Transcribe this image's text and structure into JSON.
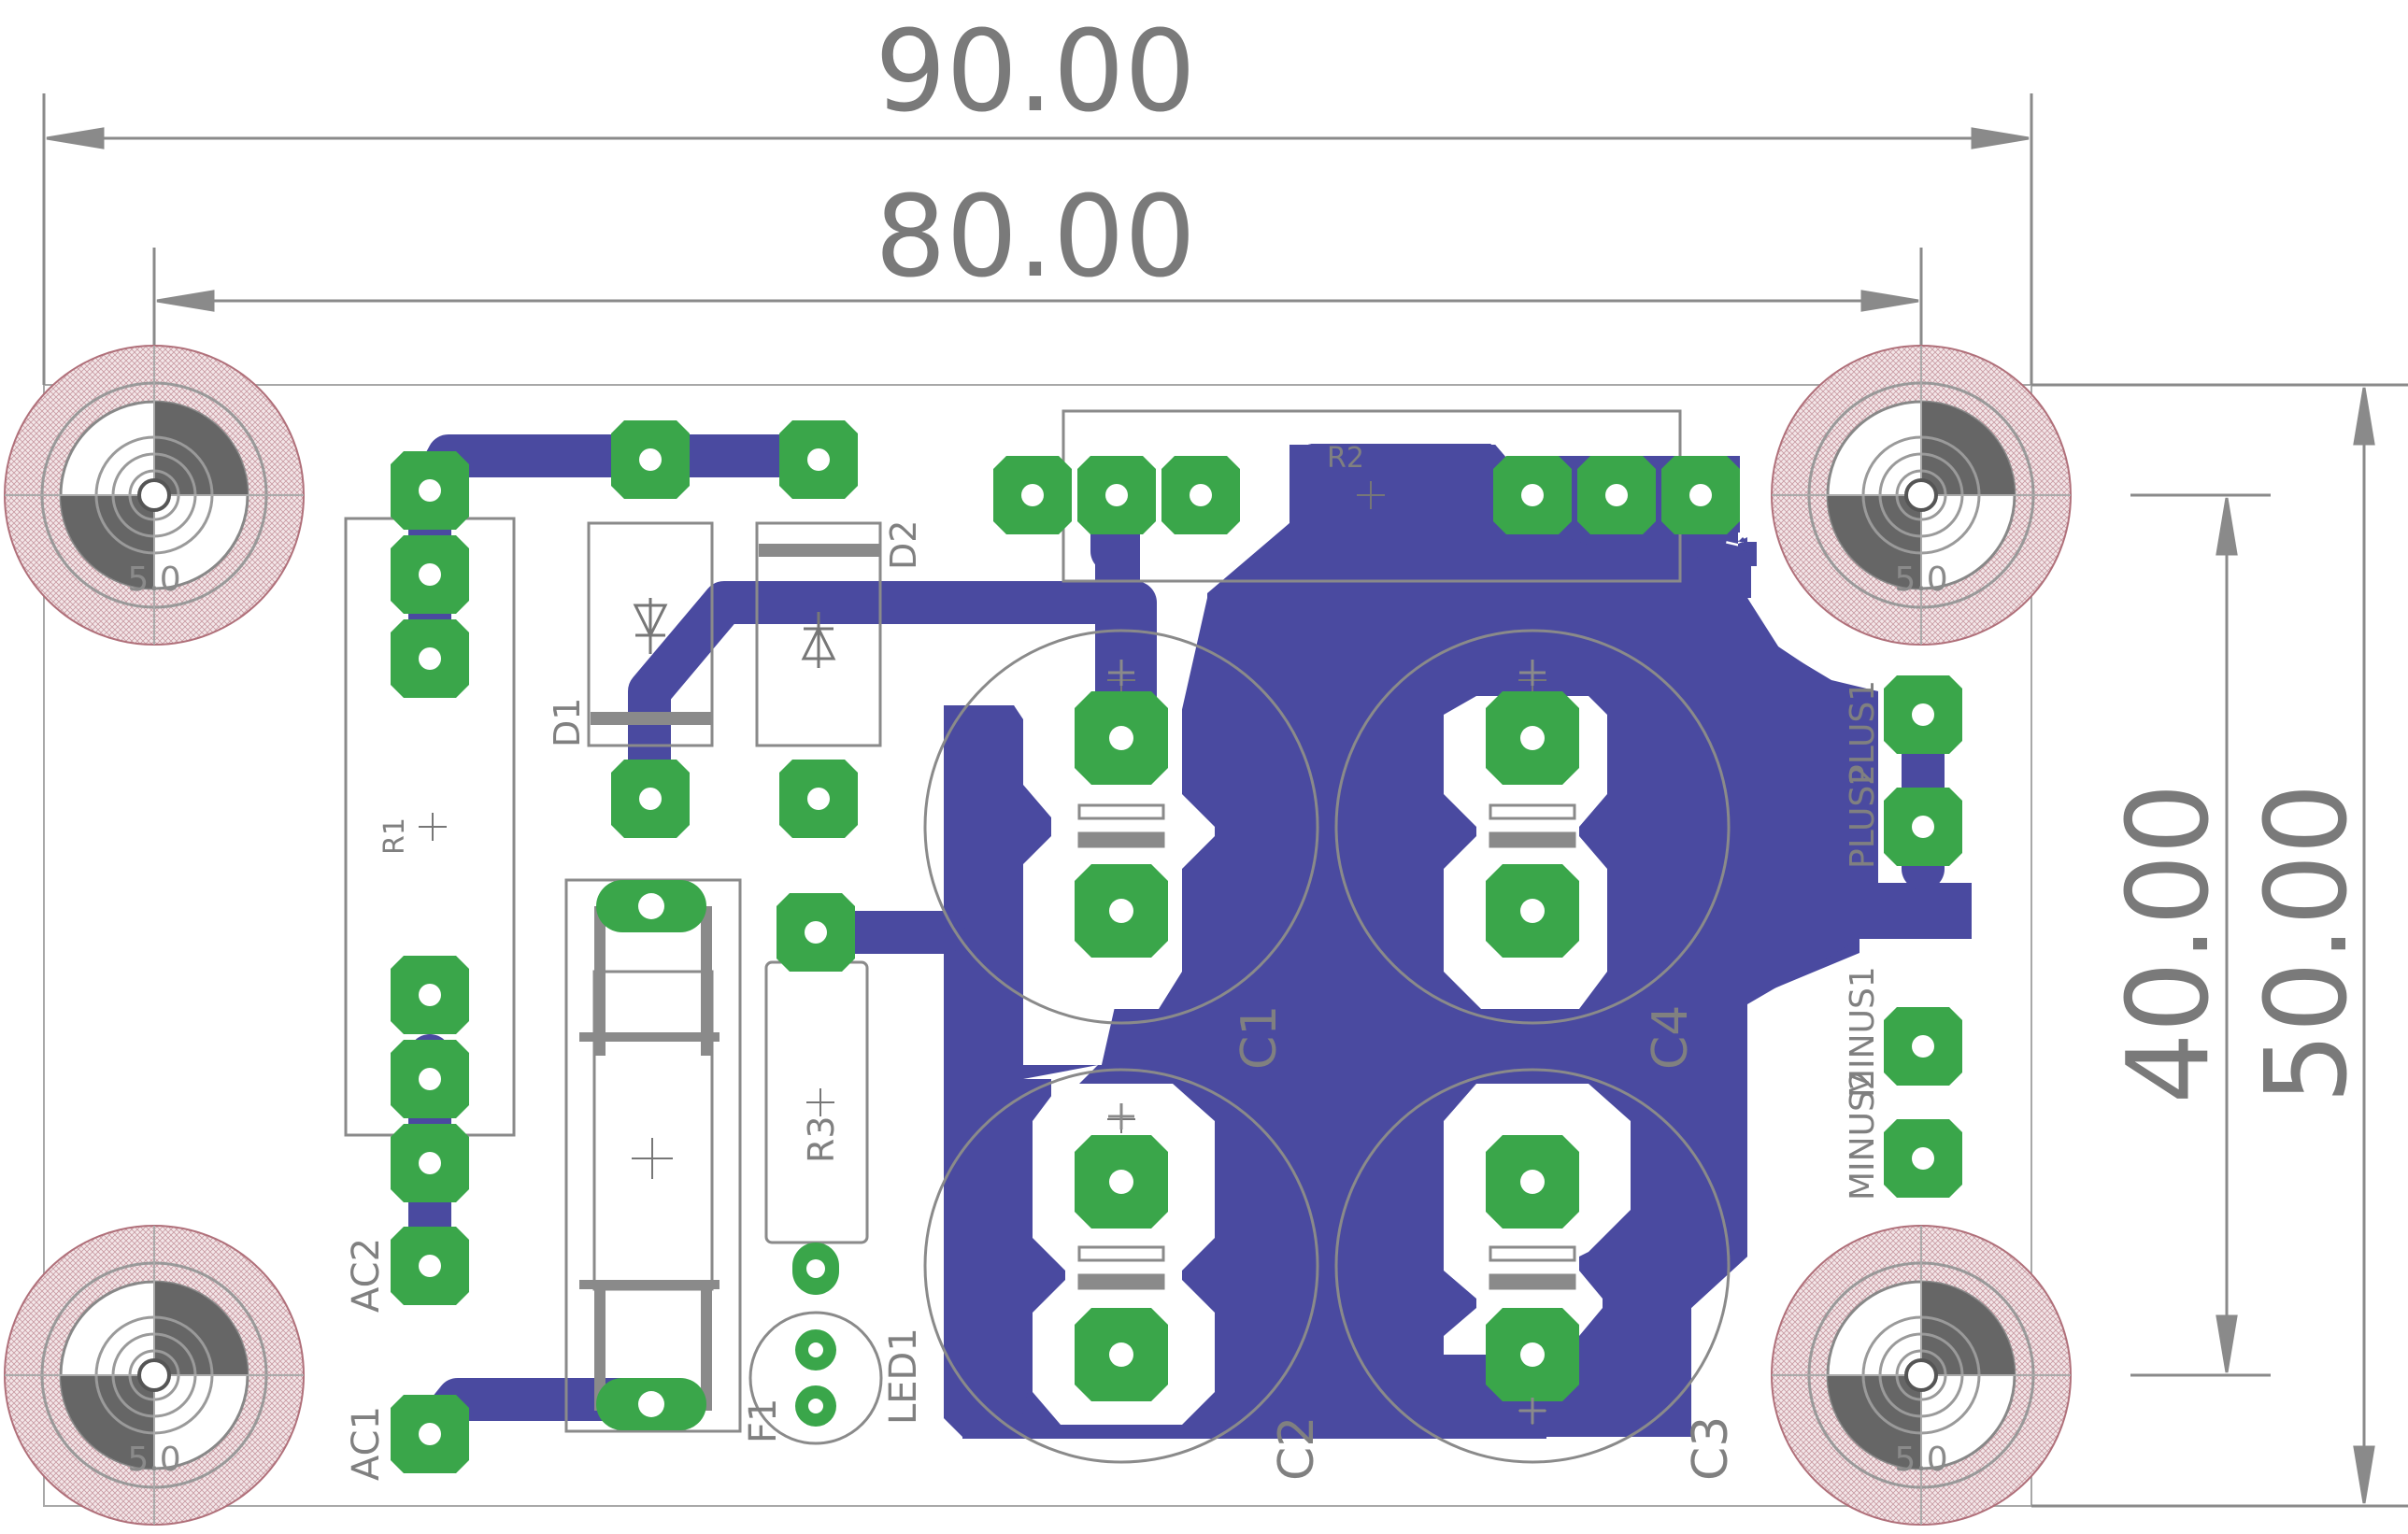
{
  "dimensions": {
    "outer_width": "90.00",
    "inner_width": "80.00",
    "outer_height": "50.00",
    "inner_height": "40.00"
  },
  "mount_holes": {
    "label": "5.0"
  },
  "components": {
    "r1": "R1",
    "r2": "R2",
    "r3": "R3",
    "d1": "D1",
    "d2": "D2",
    "c1": "C1",
    "c2": "C2",
    "c3": "C3",
    "c4": "C4",
    "led1": "LED1",
    "ac1": "AC1",
    "ac2": "AC2",
    "plus1": "PLUS1",
    "plus2": "PLUS2",
    "minus1": "MINUS1",
    "minus2": "MINUS2",
    "f1": "F1"
  },
  "colors": {
    "trace": "#4a4aa0",
    "pad": "#3aa64a",
    "pad_dark": "#1f7a2c",
    "silk": "#8a8a8a",
    "dimension": "#7a7a7a",
    "keepout": "#b0707a"
  }
}
